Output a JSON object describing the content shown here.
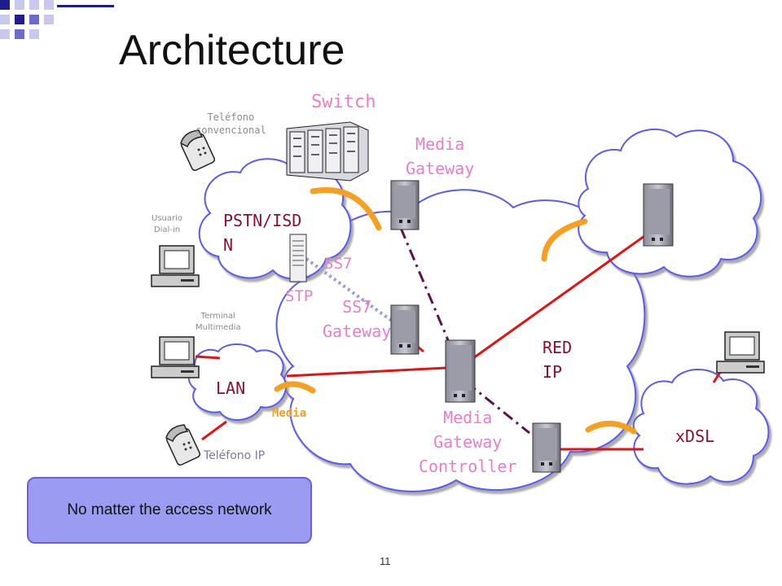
{
  "slide": {
    "title": "Architecture",
    "page_number": "11",
    "note": "No matter the access network"
  },
  "diagram": {
    "labels": {
      "switch": "Switch",
      "media_gateway": [
        "Media",
        "Gateway"
      ],
      "pstn": [
        "PSTN/ISD",
        "N"
      ],
      "ss7": "SS7",
      "stp": "STP",
      "ss7_gateway": [
        "SS7",
        "Gateway"
      ],
      "red_ip": [
        "RED",
        "IP"
      ],
      "lan": "LAN",
      "media": "Media",
      "mgc": [
        "Media",
        "Gateway",
        "Controller"
      ],
      "xdsl": "xDSL",
      "telefono_conv": [
        "Teléfono",
        "convencional"
      ],
      "usuario_dialin": [
        "Usuario",
        "Dial-in"
      ],
      "terminal_mm": [
        "Terminal",
        "Multimedia"
      ],
      "telefono_ip": "Teléfono IP"
    }
  },
  "colors": {
    "bullet_dark": "#1d1d8c",
    "bullet_mid": "#6b6bd0",
    "bullet_light": "#c8c8ee",
    "network_line": "#e01414",
    "arc": "#f5a020",
    "signaling": "#5a1450",
    "ss7_link": "#9a9ae6",
    "label_pink": "#ec7cc8",
    "label_dark": "#8b1030",
    "note_bg": "#9b9bf2"
  }
}
